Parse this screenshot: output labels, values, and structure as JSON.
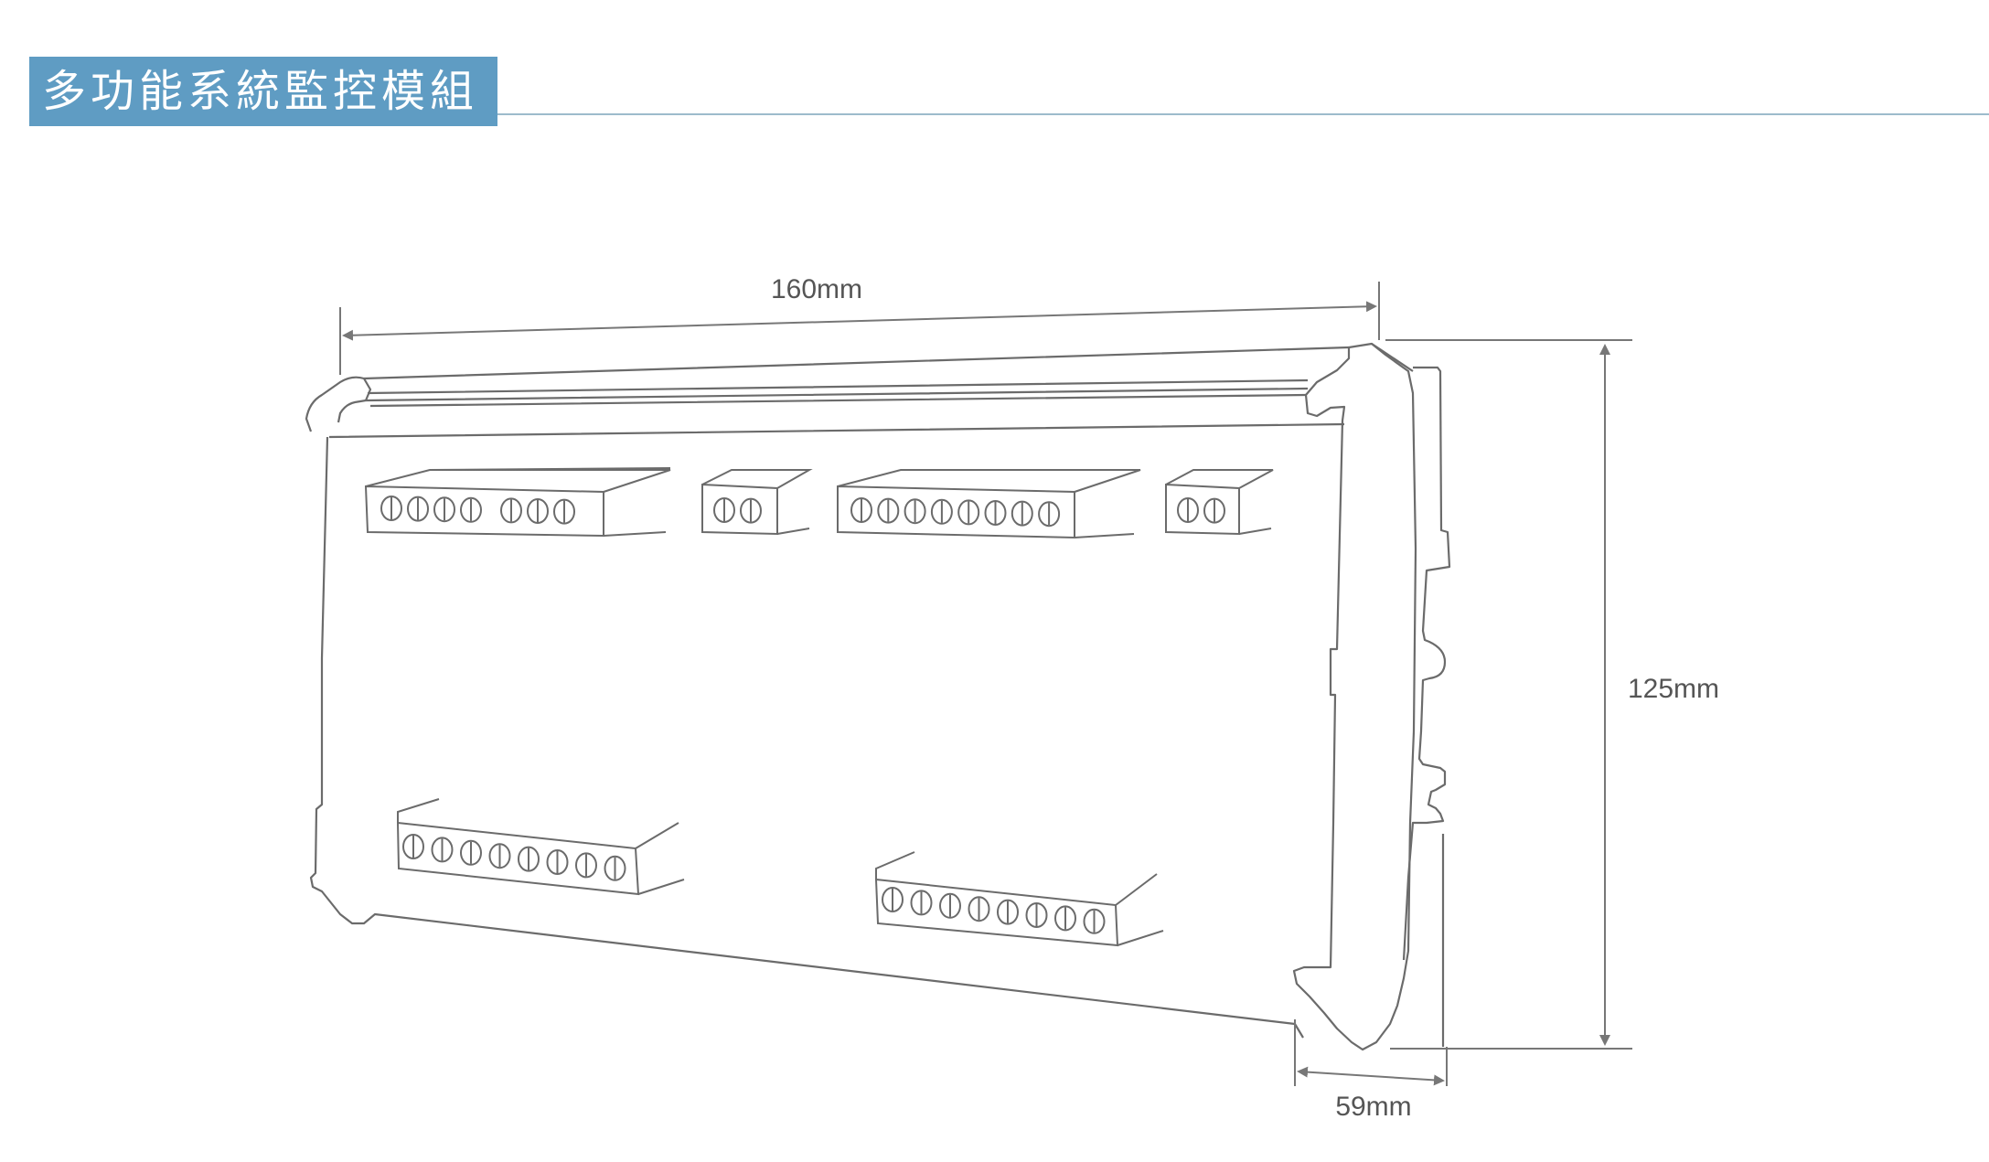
{
  "header": {
    "title": "多功能系統監控模組"
  },
  "dimensions": {
    "width_label": "160mm",
    "height_label": "125mm",
    "depth_label": "59mm"
  },
  "terminal_blocks": {
    "top": [
      {
        "name": "top-terminal-block-1",
        "screws": 7
      },
      {
        "name": "top-terminal-block-2",
        "screws": 2
      },
      {
        "name": "top-terminal-block-3",
        "screws": 8
      },
      {
        "name": "top-terminal-block-4",
        "screws": 2
      }
    ],
    "bottom": [
      {
        "name": "bottom-terminal-block-1",
        "screws": 8
      },
      {
        "name": "bottom-terminal-block-2",
        "screws": 8
      }
    ]
  },
  "colors": {
    "header_background": "#5f9cc3",
    "header_text": "#ffffff",
    "outline": "#6b6b6b",
    "dimension": "#777777"
  }
}
